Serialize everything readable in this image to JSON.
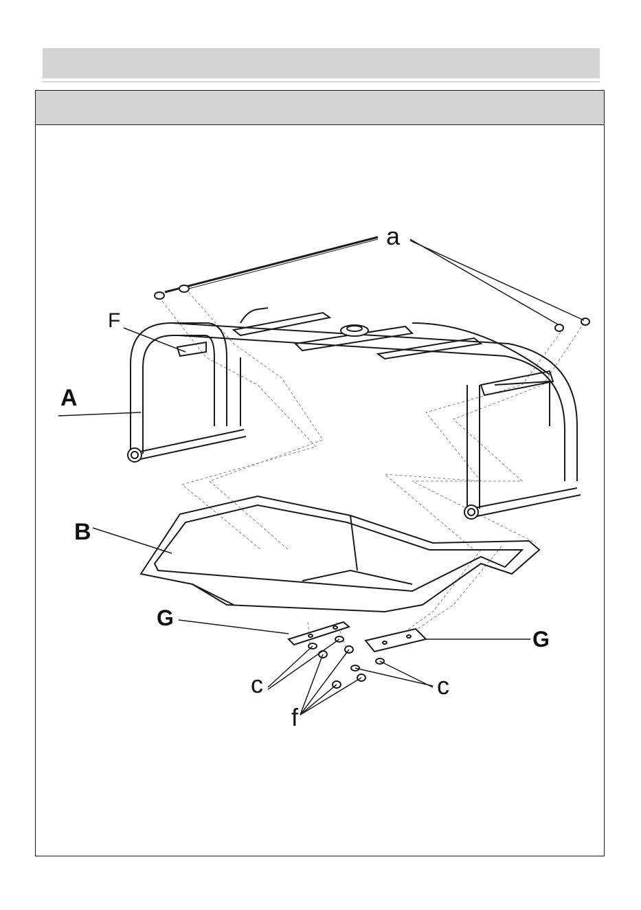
{
  "labels": {
    "a": "a",
    "F": "F",
    "A": "A",
    "B": "B",
    "G_left": "G",
    "G_right": "G",
    "c_left": "c",
    "c_right": "c",
    "f": "f"
  }
}
